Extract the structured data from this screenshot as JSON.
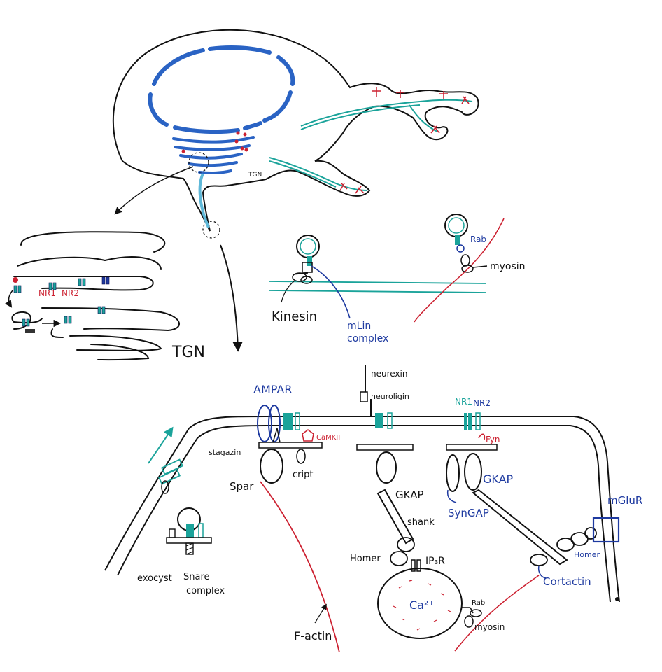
{
  "colors": {
    "ink": "#111111",
    "navy": "#1e3aa0",
    "blue": "#2a63c4",
    "teal": "#1aa39a",
    "red": "#cc2030"
  },
  "labels": {
    "tgn_small": "TGN",
    "tgn_large": "TGN",
    "nr1_golgi": "NR1",
    "nr2_golgi": "NR2",
    "kinesin": "Kinesin",
    "mlin_line1": "mLin",
    "mlin_line2": "complex",
    "rab_top": "Rab",
    "myosin_top": "myosin",
    "neurexin": "neurexin",
    "neuroligin": "neuroligin",
    "ampar": "AMPAR",
    "stargazin": "stagazin",
    "camkii": "CaMKII",
    "cript": "cript",
    "spar": "Spar",
    "gkap_left": "GKAP",
    "gkap_right": "GKAP",
    "shank": "shank",
    "homer_left": "Homer",
    "homer_right": "Homer",
    "ip3r": "IP₃R",
    "ca": "Ca²⁺",
    "rab_bottom": "Rab",
    "myosin_bottom": "myosin",
    "nr1_syn": "NR1",
    "nr2_syn": "NR2",
    "fyn": "Fyn",
    "syngap": "SynGAP",
    "cortactin": "Cortactin",
    "mglur": "mGluR",
    "exocyst": "exocyst",
    "snare_line1": "Snare",
    "snare_line2": "complex",
    "factin": "F-actin"
  },
  "icons": {
    "vesicle": "vesicle-icon",
    "receptor": "receptor-icon",
    "arrow": "arrow-icon"
  }
}
